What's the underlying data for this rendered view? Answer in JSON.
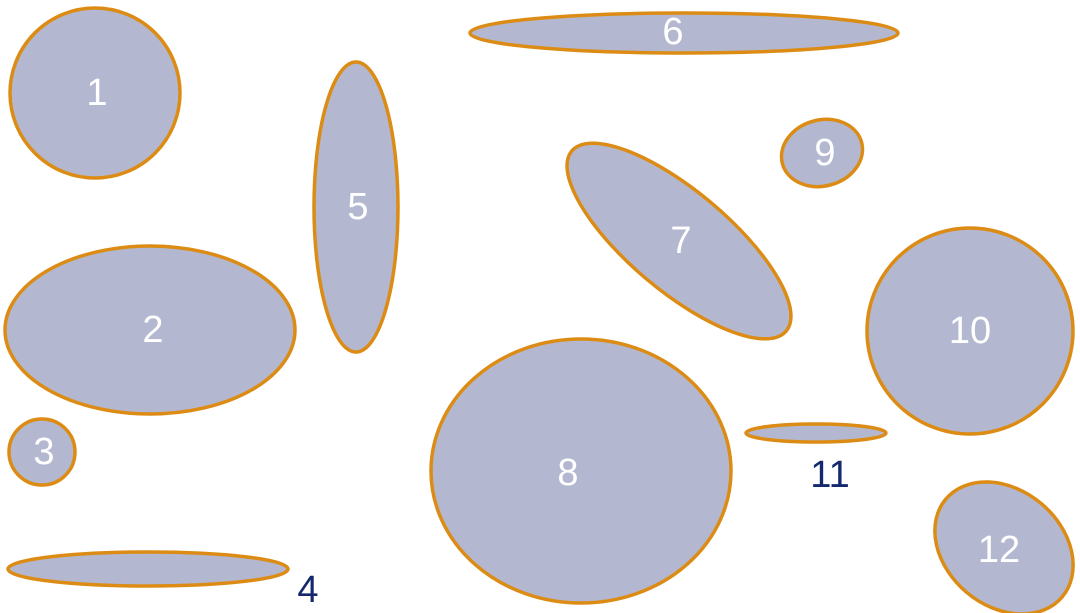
{
  "colors": {
    "fill": "#b3b8d0",
    "stroke": "#dc8c14",
    "inner_label": "#ffffff",
    "outer_label": "#14286e"
  },
  "ellipses": [
    {
      "label": "1"
    },
    {
      "label": "2"
    },
    {
      "label": "3"
    },
    {
      "label": "4"
    },
    {
      "label": "5"
    },
    {
      "label": "6"
    },
    {
      "label": "7"
    },
    {
      "label": "8"
    },
    {
      "label": "9"
    },
    {
      "label": "10"
    },
    {
      "label": "11"
    },
    {
      "label": "12"
    }
  ]
}
